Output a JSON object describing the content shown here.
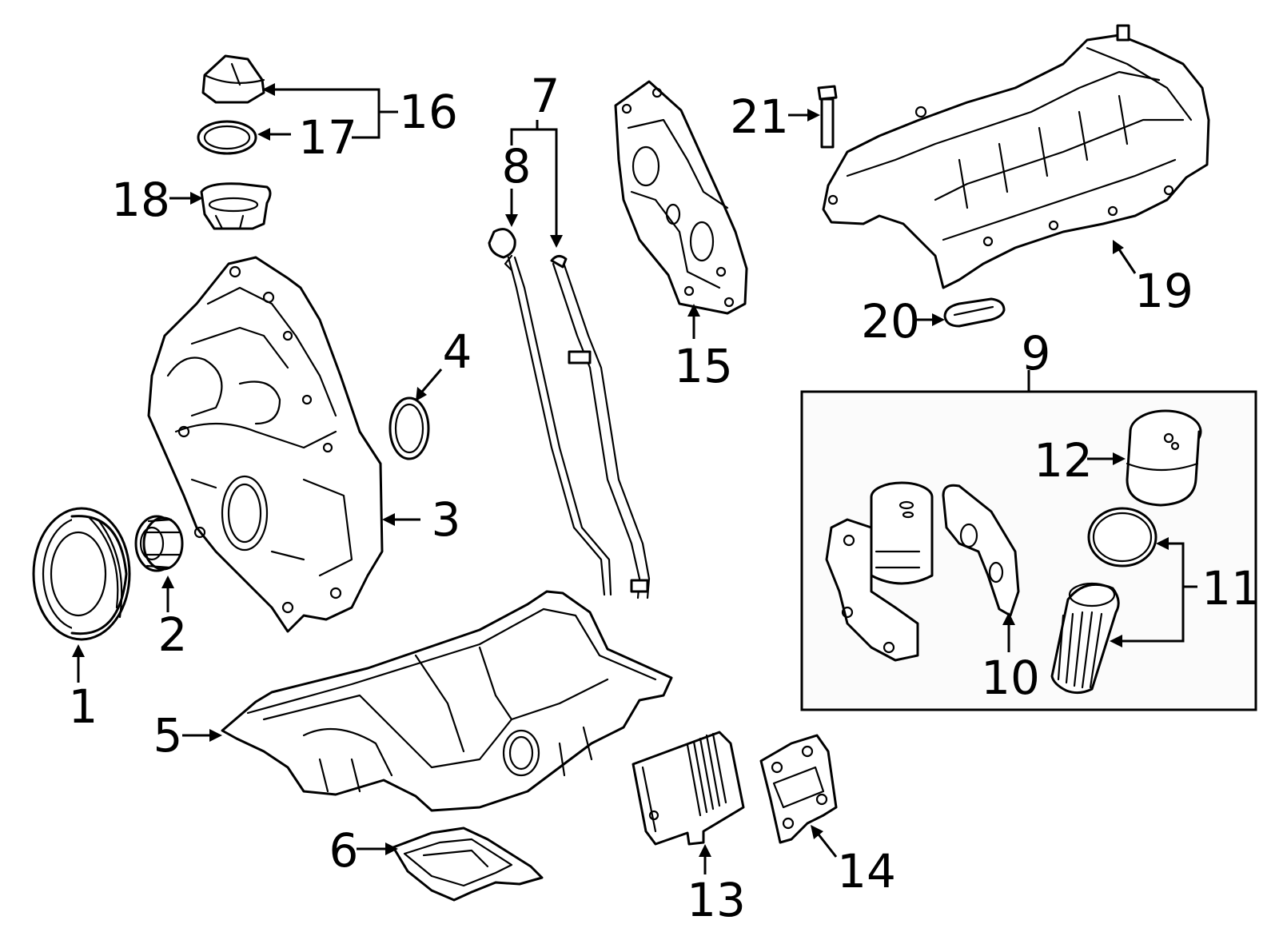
{
  "callouts": [
    {
      "id": "1",
      "label": "1"
    },
    {
      "id": "2",
      "label": "2"
    },
    {
      "id": "3",
      "label": "3"
    },
    {
      "id": "4",
      "label": "4"
    },
    {
      "id": "5",
      "label": "5"
    },
    {
      "id": "6",
      "label": "6"
    },
    {
      "id": "7",
      "label": "7"
    },
    {
      "id": "8",
      "label": "8"
    },
    {
      "id": "9",
      "label": "9"
    },
    {
      "id": "10",
      "label": "10"
    },
    {
      "id": "11",
      "label": "11"
    },
    {
      "id": "12",
      "label": "12"
    },
    {
      "id": "13",
      "label": "13"
    },
    {
      "id": "14",
      "label": "14"
    },
    {
      "id": "15",
      "label": "15"
    },
    {
      "id": "16",
      "label": "16"
    },
    {
      "id": "17",
      "label": "17"
    },
    {
      "id": "18",
      "label": "18"
    },
    {
      "id": "19",
      "label": "19"
    },
    {
      "id": "20",
      "label": "20"
    },
    {
      "id": "21",
      "label": "21"
    }
  ],
  "colors": {
    "line": "#000000",
    "background": "#ffffff",
    "box_fill": "#fbfbfb"
  }
}
